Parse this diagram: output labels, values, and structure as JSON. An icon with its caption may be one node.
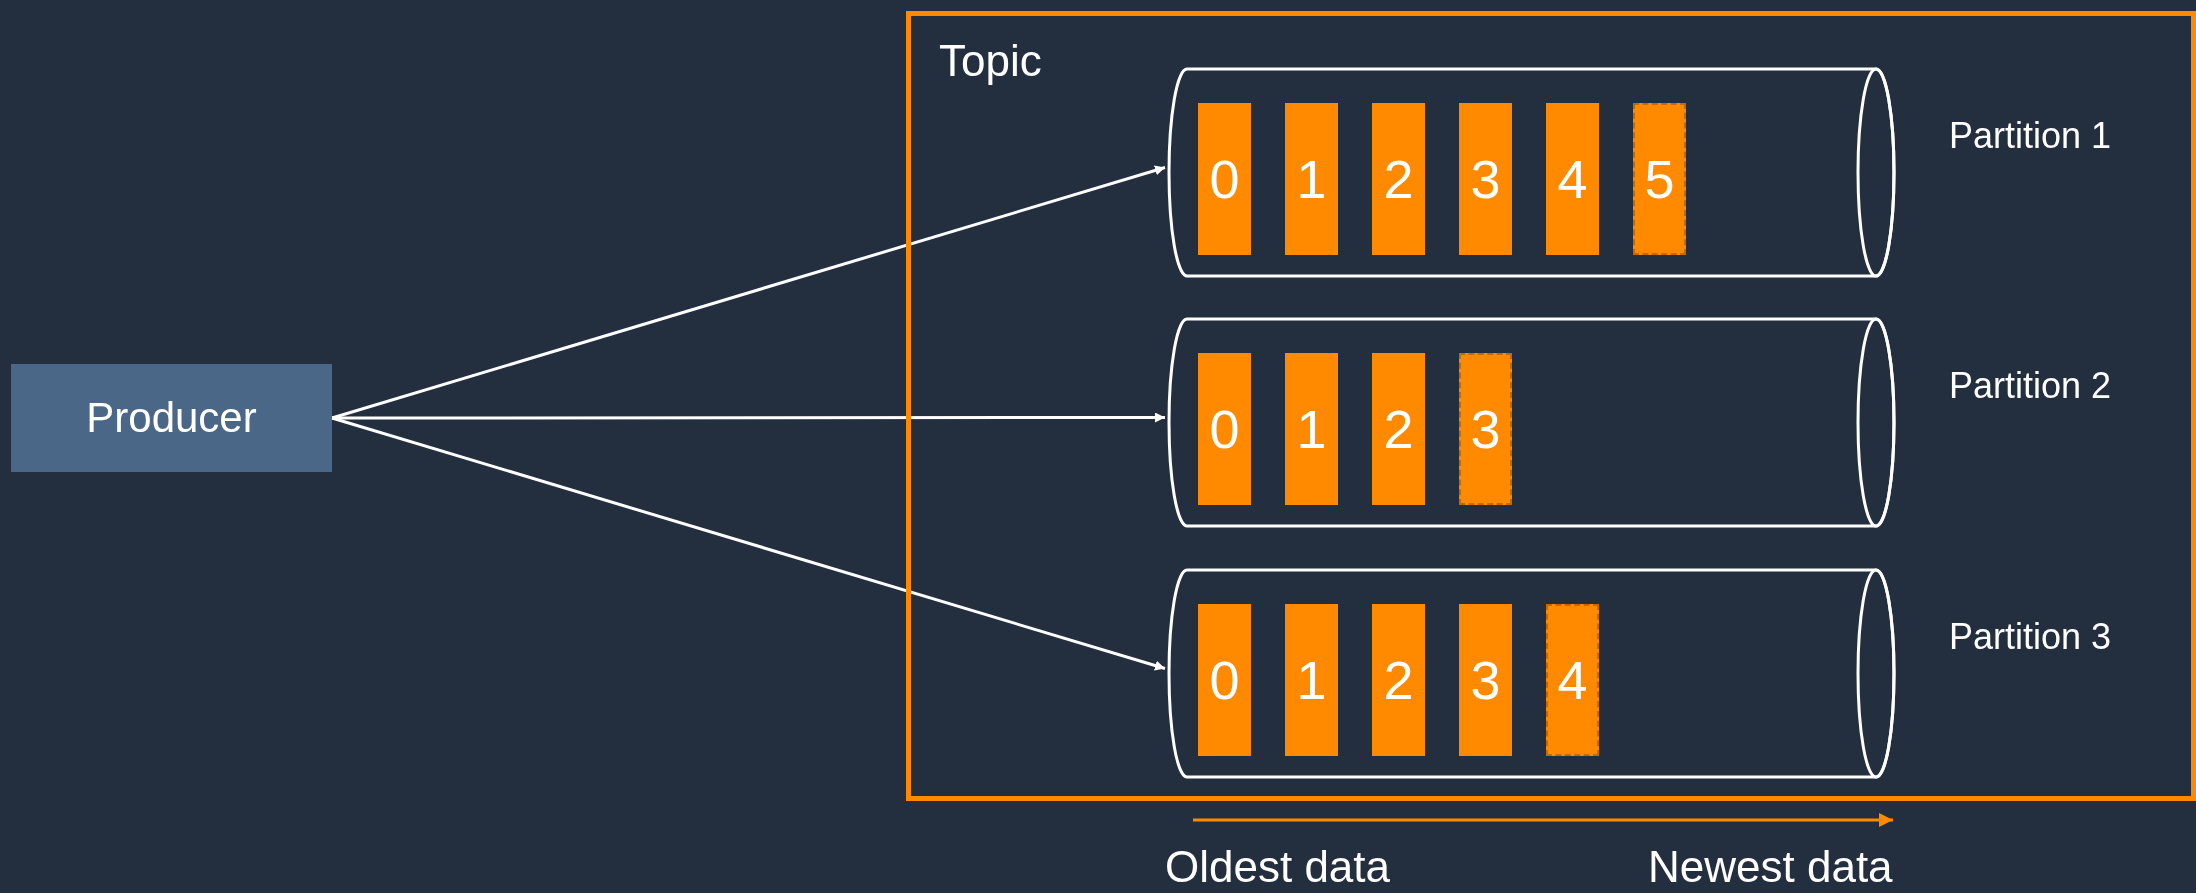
{
  "diagram": {
    "nodes": [
      {
        "text": [
          "Producer"
        ]
      },
      {
        "text": [
          "Topic"
        ]
      },
      {
        "text": [],
        "shape": "cylinder",
        "in": 1,
        "beside": [
          "Partition 1"
        ]
      },
      {
        "text": [
          "0"
        ],
        "in": 2
      },
      {
        "text": [
          "1"
        ],
        "in": 2
      },
      {
        "text": [
          "2"
        ],
        "in": 2
      },
      {
        "text": [
          "3"
        ],
        "in": 2
      },
      {
        "text": [
          "4"
        ],
        "in": 2
      },
      {
        "text": [
          "5"
        ],
        "in": 2
      },
      {
        "text": [],
        "shape": "cylinder",
        "in": 1,
        "beside": [
          "Partition 2"
        ]
      },
      {
        "text": [
          "0"
        ],
        "in": 9
      },
      {
        "text": [
          "1"
        ],
        "in": 9
      },
      {
        "text": [
          "2"
        ],
        "in": 9
      },
      {
        "text": [
          "3"
        ],
        "in": 9
      },
      {
        "text": [],
        "shape": "cylinder",
        "in": 1,
        "beside": [
          "Partition 3"
        ]
      },
      {
        "text": [
          "0"
        ],
        "in": 14
      },
      {
        "text": [
          "1"
        ],
        "in": 14
      },
      {
        "text": [
          "2"
        ],
        "in": 14
      },
      {
        "text": [
          "3"
        ],
        "in": 14
      },
      {
        "text": [
          "4"
        ],
        "in": 14
      }
    ],
    "edges": [
      {
        "from": 0,
        "to": 2,
        "arrow": "to"
      },
      {
        "from": 0,
        "to": 9,
        "arrow": "to"
      },
      {
        "from": 0,
        "to": 14,
        "arrow": "to"
      }
    ],
    "labels": [
      "Oldest data",
      "Newest data"
    ]
  }
}
